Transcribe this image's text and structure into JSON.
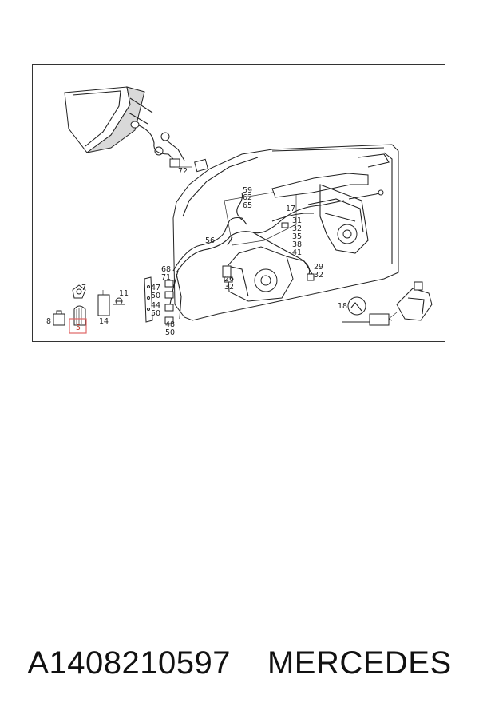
{
  "caption": {
    "part_number": "A1408210597",
    "brand": "MERCEDES"
  },
  "highlight_color": "#e06666",
  "callouts": {
    "c72": "72",
    "c59": "59",
    "c62": "62",
    "c65": "65",
    "c17": "17",
    "c31": "31",
    "c32a": "32",
    "c35": "35",
    "c38": "38",
    "c41": "41",
    "c56": "56",
    "c68": "68",
    "c71": "71",
    "c26": "26",
    "c32b": "32",
    "c29": "29",
    "c32c": "32",
    "c7": "7",
    "c11": "11",
    "c47": "47",
    "c50a": "50",
    "c44": "44",
    "c50b": "50",
    "c48": "48",
    "c50c": "50",
    "c8": "8",
    "c5": "5",
    "c14": "14",
    "c18": "18"
  }
}
